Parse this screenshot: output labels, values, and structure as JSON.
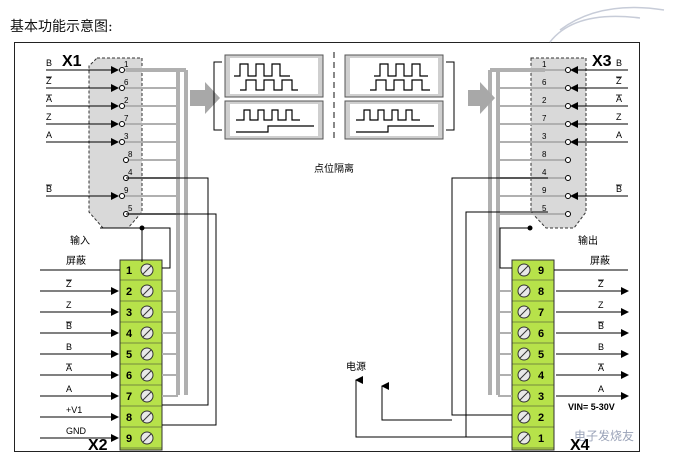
{
  "caption": "基本功能示意图:",
  "connectors": {
    "x1": "X1",
    "x2": "X2",
    "x3": "X3",
    "x4": "X4"
  },
  "labels": {
    "isolation": "点位隔离",
    "input": "输入",
    "output": "输出",
    "power": "电源",
    "vin": "VIN= 5-30V",
    "shield_left": "屏蔽",
    "shield_right": "屏蔽",
    "watermark": "电子发烧友"
  },
  "x1_pins": [
    {
      "signal": "B",
      "bar": false,
      "pin": "1"
    },
    {
      "signal": "Z",
      "bar": true,
      "pin": "6"
    },
    {
      "signal": "A",
      "bar": true,
      "pin": "2"
    },
    {
      "signal": "Z",
      "bar": false,
      "pin": "7"
    },
    {
      "signal": "A",
      "bar": false,
      "pin": "3"
    },
    {
      "signal": "",
      "bar": false,
      "pin": "8"
    },
    {
      "signal": "B",
      "bar": true,
      "pin": "9"
    },
    {
      "signal": "",
      "bar": false,
      "pin": "4"
    },
    {
      "signal": "",
      "bar": false,
      "pin": "5"
    }
  ],
  "x3_pins": [
    {
      "signal": "B",
      "bar": false,
      "pin": "1"
    },
    {
      "signal": "Z",
      "bar": true,
      "pin": "6"
    },
    {
      "signal": "A",
      "bar": true,
      "pin": "2"
    },
    {
      "signal": "Z",
      "bar": false,
      "pin": "7"
    },
    {
      "signal": "A",
      "bar": false,
      "pin": "3"
    },
    {
      "signal": "",
      "bar": false,
      "pin": "8"
    },
    {
      "signal": "B",
      "bar": true,
      "pin": "9"
    },
    {
      "signal": "",
      "bar": false,
      "pin": "4"
    },
    {
      "signal": "",
      "bar": false,
      "pin": "5"
    }
  ],
  "x2_terminals": [
    {
      "num": "1",
      "signal": "",
      "bar": false
    },
    {
      "num": "2",
      "signal": "Z",
      "bar": true
    },
    {
      "num": "3",
      "signal": "Z",
      "bar": false
    },
    {
      "num": "4",
      "signal": "B",
      "bar": true
    },
    {
      "num": "5",
      "signal": "B",
      "bar": false
    },
    {
      "num": "6",
      "signal": "A",
      "bar": true
    },
    {
      "num": "7",
      "signal": "A",
      "bar": false
    },
    {
      "num": "8",
      "signal": "+V1",
      "bar": false
    },
    {
      "num": "9",
      "signal": "GND",
      "bar": false
    }
  ],
  "x4_terminals": [
    {
      "num": "9",
      "signal": "",
      "bar": false
    },
    {
      "num": "8",
      "signal": "Z",
      "bar": true
    },
    {
      "num": "7",
      "signal": "Z",
      "bar": false
    },
    {
      "num": "6",
      "signal": "B",
      "bar": true
    },
    {
      "num": "5",
      "signal": "B",
      "bar": false
    },
    {
      "num": "4",
      "signal": "A",
      "bar": true
    },
    {
      "num": "3",
      "signal": "A",
      "bar": false
    },
    {
      "num": "2",
      "signal": "",
      "bar": false
    },
    {
      "num": "1",
      "signal": "",
      "bar": false
    }
  ]
}
